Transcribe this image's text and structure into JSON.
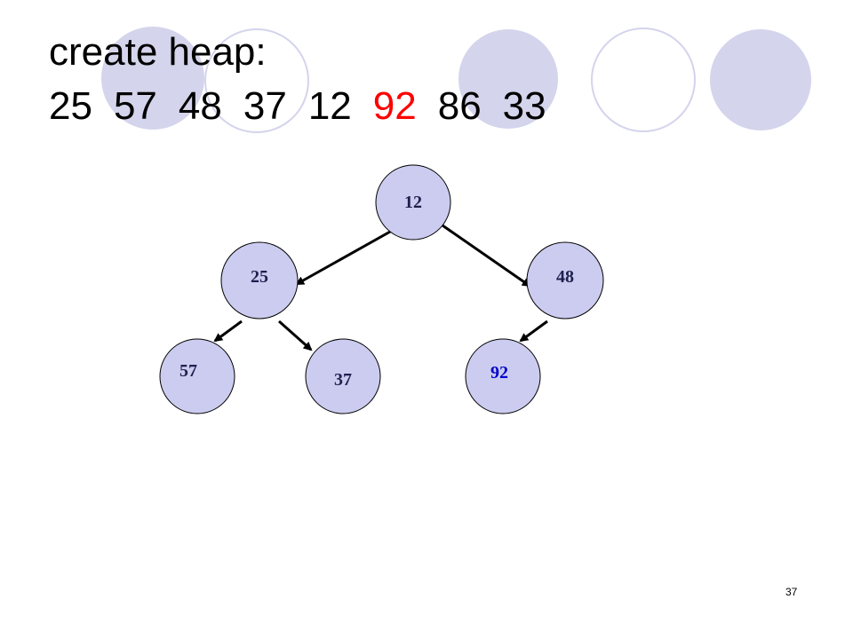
{
  "title": "create heap:",
  "sequence": [
    {
      "value": "25",
      "color": "#000000"
    },
    {
      "value": "57",
      "color": "#000000"
    },
    {
      "value": "48",
      "color": "#000000"
    },
    {
      "value": "37",
      "color": "#000000"
    },
    {
      "value": "12",
      "color": "#000000"
    },
    {
      "value": "92",
      "color": "#ff0000"
    },
    {
      "value": "86",
      "color": "#000000"
    },
    {
      "value": "33",
      "color": "#000000"
    }
  ],
  "tree": {
    "nodes": [
      {
        "id": "n12",
        "label": "12",
        "text_color": "#1f1f4f"
      },
      {
        "id": "n25",
        "label": "25",
        "text_color": "#1f1f4f"
      },
      {
        "id": "n48",
        "label": "48",
        "text_color": "#1f1f4f"
      },
      {
        "id": "n57",
        "label": "57",
        "text_color": "#1f1f4f"
      },
      {
        "id": "n37",
        "label": "37",
        "text_color": "#1f1f4f"
      },
      {
        "id": "n92",
        "label": "92",
        "text_color": "#0000cc"
      }
    ],
    "edges": [
      {
        "from": "n12",
        "to": "n25"
      },
      {
        "from": "n12",
        "to": "n48"
      },
      {
        "from": "n25",
        "to": "n57"
      },
      {
        "from": "n25",
        "to": "n37"
      },
      {
        "from": "n48",
        "to": "n92"
      }
    ],
    "node_fill": "#ccccf0",
    "node_stroke": "#000000"
  },
  "decor": {
    "circle_fill": "#d4d4ec",
    "circle_stroke": "#d4d4ec"
  },
  "slide_number": "37"
}
